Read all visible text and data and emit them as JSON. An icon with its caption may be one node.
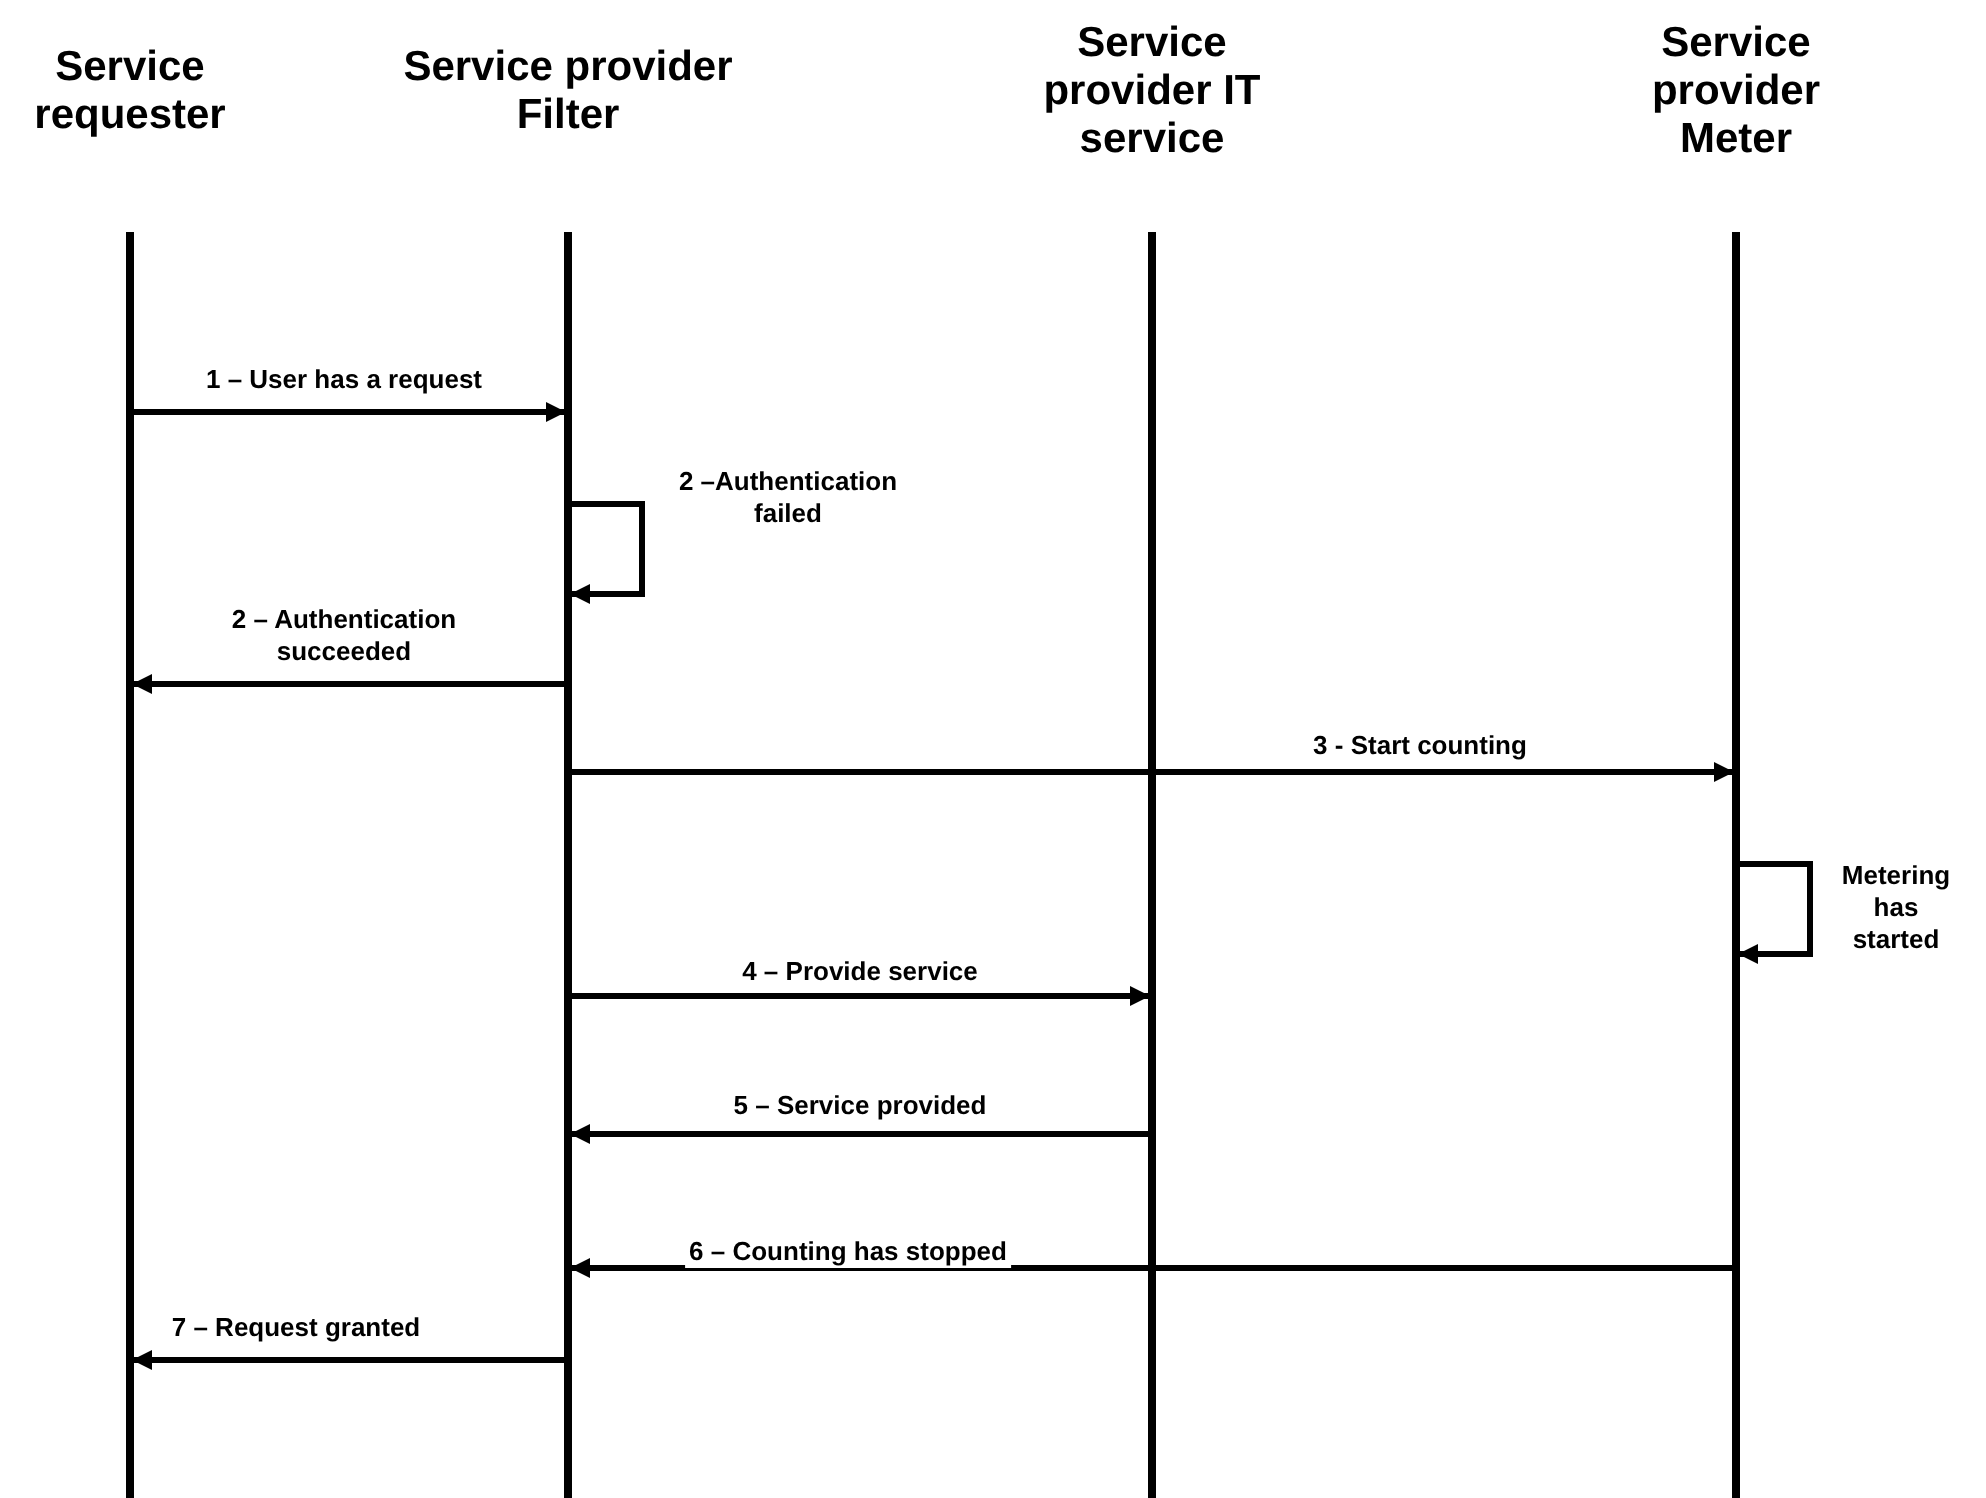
{
  "diagram": {
    "nodes": [
      {
        "text": [
          "Service requester"
        ]
      },
      {
        "text": [
          "Service provider Filter"
        ]
      },
      {
        "text": [
          "Service provider IT service"
        ]
      },
      {
        "text": [
          "Service provider Meter"
        ]
      }
    ],
    "edges": [
      {
        "from": 0,
        "to": 1,
        "arrow": "to",
        "label": "1 – User has a request"
      },
      {
        "from": 1,
        "to": 1,
        "arrow": "to",
        "label": "2 –Authentication failed"
      },
      {
        "from": 1,
        "to": 0,
        "arrow": "to",
        "label": "2 – Authentication succeeded"
      },
      {
        "from": 1,
        "to": 3,
        "arrow": "to",
        "label": "3 - Start counting"
      },
      {
        "from": 3,
        "to": 3,
        "arrow": "to",
        "label": "Metering has started"
      },
      {
        "from": 1,
        "to": 2,
        "arrow": "to",
        "label": "4 – Provide service"
      },
      {
        "from": 2,
        "to": 1,
        "arrow": "to",
        "label": "5 – Service provided"
      },
      {
        "from": 3,
        "to": 1,
        "arrow": "to",
        "label": "6 – Counting has stopped"
      },
      {
        "from": 1,
        "to": 0,
        "arrow": "to",
        "label": "7 – Request granted"
      }
    ]
  }
}
